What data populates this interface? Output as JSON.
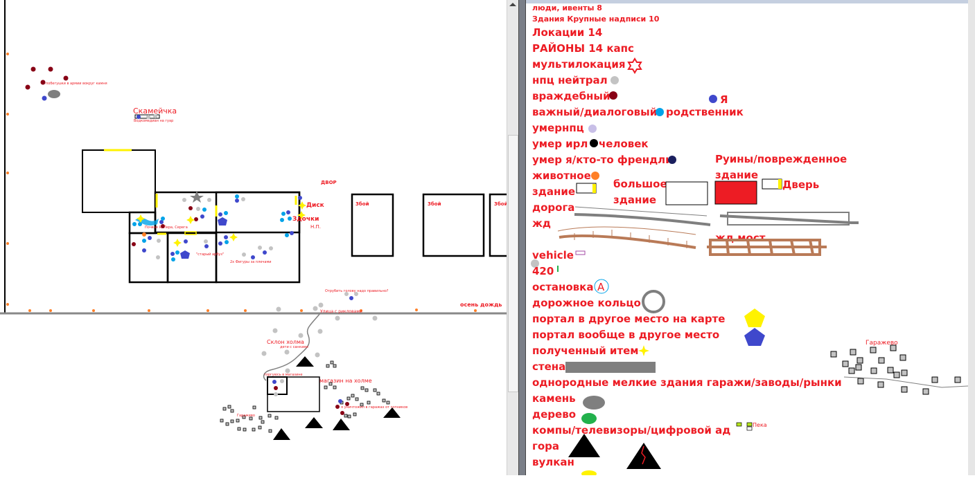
{
  "map": {
    "labels": {
      "army_note": "побегушки в армии вокруг камня",
      "bench": "Скамейчка",
      "bench_note": "Водкомедиан на гуар",
      "yard": "ДВОР",
      "disk": "Диск",
      "zdochki": "Здочки",
      "np": "Н.П.",
      "fight": "3бой",
      "street": "Улица с рикловами",
      "cut_head": "Отрубить голову надо правильно?",
      "autumn": "осень дождь",
      "hill_slope": "Склон холма",
      "hill_kids": "дети с санками",
      "shop_hill": "магазин на холме",
      "shop_note": "торгуюсь в магазине",
      "garage_left": "Гаражево",
      "garage_note": "я уничтожил в гаражах от гопников",
      "names": "Почвая Я, Лера, Серега",
      "old_friend": "\"старый арбуз\"",
      "tanks": "2х Фигуры за плечами"
    }
  },
  "legend": {
    "title_small_1": "люди, ивенты 8",
    "title_small_2": "Здания Крупные надписи 10",
    "locations": "Локации 14",
    "districts": "РАЙОНЫ 14 капс",
    "multilocation": "мультилокация",
    "npc_neutral": "нпц нейтрал",
    "hostile": "враждебный",
    "me": "Я",
    "important": "важный/диалоговый",
    "relative": "родственник",
    "dead_npc": "умернпц",
    "dead_irl": "умер ирл",
    "person": "человек",
    "dead_friendly": "умер я/кто-то френдли",
    "ruins_1": "Руины/поврежденное",
    "ruins_2": "здание",
    "animal": "животное",
    "building": "здание",
    "big_building_1": "большое",
    "big_building_2": "здание",
    "door": "Дверь",
    "road": "дорога",
    "railway": "жд",
    "rail_bridge": "жд мост",
    "vehicle": "vehicle",
    "weed": "420",
    "stop": "остановка",
    "stop_letter": "A",
    "roundabout": "дорожное кольцо",
    "portal_map": "портал в другое место на карте",
    "portal_other": "портал вообще в другое место",
    "item": "полученный итем",
    "wall": "стена",
    "small_buildings": "однородные мелкие здания гаражи/заводы/рынки",
    "stone": "камень",
    "tree": "дерево",
    "computers": "компы/телевизоры/цифровой ад",
    "mountain": "гора",
    "volcano": "вулкан",
    "garages_label": "Гаражево",
    "peka": "Пека"
  },
  "colors": {
    "text": "#ed1c24",
    "hostile": "#880015",
    "me": "#3f48cc",
    "important": "#00a2e8",
    "neutral": "#c3c3c3",
    "dead_npc": "#c8bfe7",
    "dead_friendly": "#1a1f5e",
    "animal": "#ff7f27",
    "door": "#fff200",
    "rail": "#b97a57"
  }
}
